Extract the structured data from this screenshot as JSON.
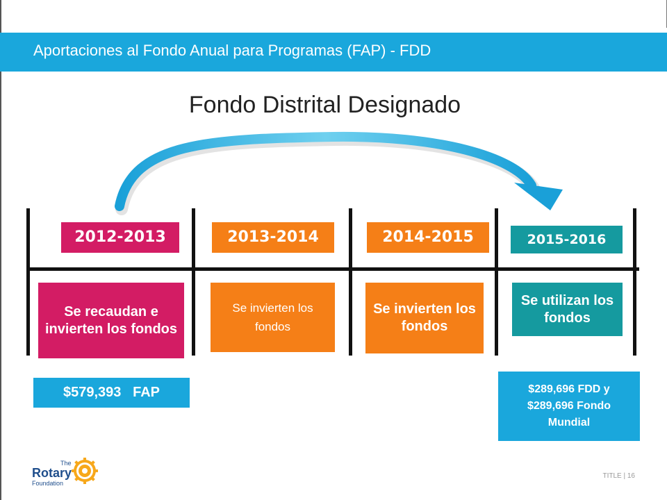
{
  "header": {
    "title": "Aportaciones  al Fondo Anual para Programas (FAP) - FDD"
  },
  "main": {
    "title": "Fondo Distrital Designado",
    "years": [
      "2012-2013",
      "2013-2014",
      "2014-2015",
      "2015-2016"
    ],
    "steps": [
      "Se recaudan e invierten los fondos",
      "Se invierten los fondos",
      "Se invierten los fondos",
      "Se utilizan los fondos"
    ],
    "amount_left": "$579,393   FAP",
    "amount_right": "$289,696 FDD y $289,696 Fondo Mundial"
  },
  "footer": {
    "slide_label": "TITLE | 16"
  },
  "logo": {
    "the": "The",
    "rotary": "Rotary",
    "foundation": "Foundation"
  },
  "colors": {
    "header": "#1aa7dc",
    "pink": "#d31c64",
    "orange": "#f57f17",
    "teal": "#159a9f",
    "blue": "#1aa7dc",
    "gold": "#f7a81b"
  },
  "icons": {
    "arrow": "curved-arrow-icon",
    "wheel": "rotary-wheel-icon"
  }
}
